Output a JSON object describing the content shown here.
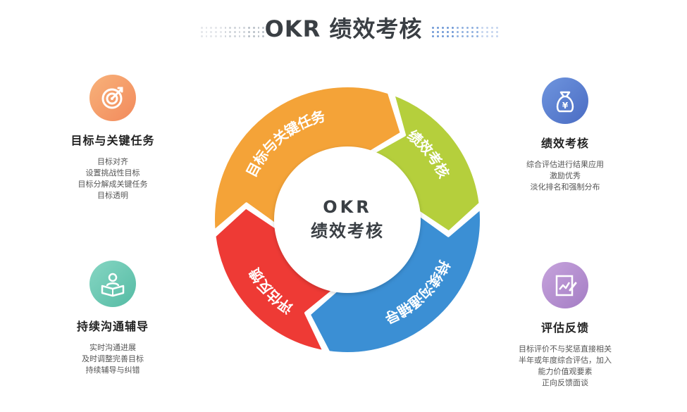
{
  "title": "OKR 绩效考核",
  "center": {
    "line1": "OKR",
    "line2": "绩效考核"
  },
  "segments": [
    {
      "label": "目标与关键任务",
      "color": "#f4a338"
    },
    {
      "label": "绩效考核",
      "color": "#b5cf3c"
    },
    {
      "label": "持续沟通辅导",
      "color": "#3b8fd4"
    },
    {
      "label": "评估反馈",
      "color": "#ee3a35"
    }
  ],
  "features": [
    {
      "title": "目标与关键任务",
      "icon": "target-icon",
      "color": "#f5a070",
      "items": [
        "目标对齐",
        "设置挑战性目标",
        "目标分解成关键任务",
        "目标透明"
      ]
    },
    {
      "title": "绩效考核",
      "icon": "money-bag-icon",
      "color": "#5a7fcf",
      "items": [
        "综合评估进行结果应用",
        "激励优秀",
        "淡化排名和强制分布"
      ]
    },
    {
      "title": "持续沟通辅导",
      "icon": "reading-person-icon",
      "color": "#6ecab5",
      "items": [
        "实时沟通进展",
        "及时调整完善目标",
        "持续辅导与纠错"
      ]
    },
    {
      "title": "评估反馈",
      "icon": "edit-document-icon",
      "color": "#b58fcf",
      "items": [
        "目标评价不与奖惩直接相关",
        "半年或年度综合评估，加入",
        "能力价值观要素",
        "正向反馈面谈"
      ]
    }
  ]
}
